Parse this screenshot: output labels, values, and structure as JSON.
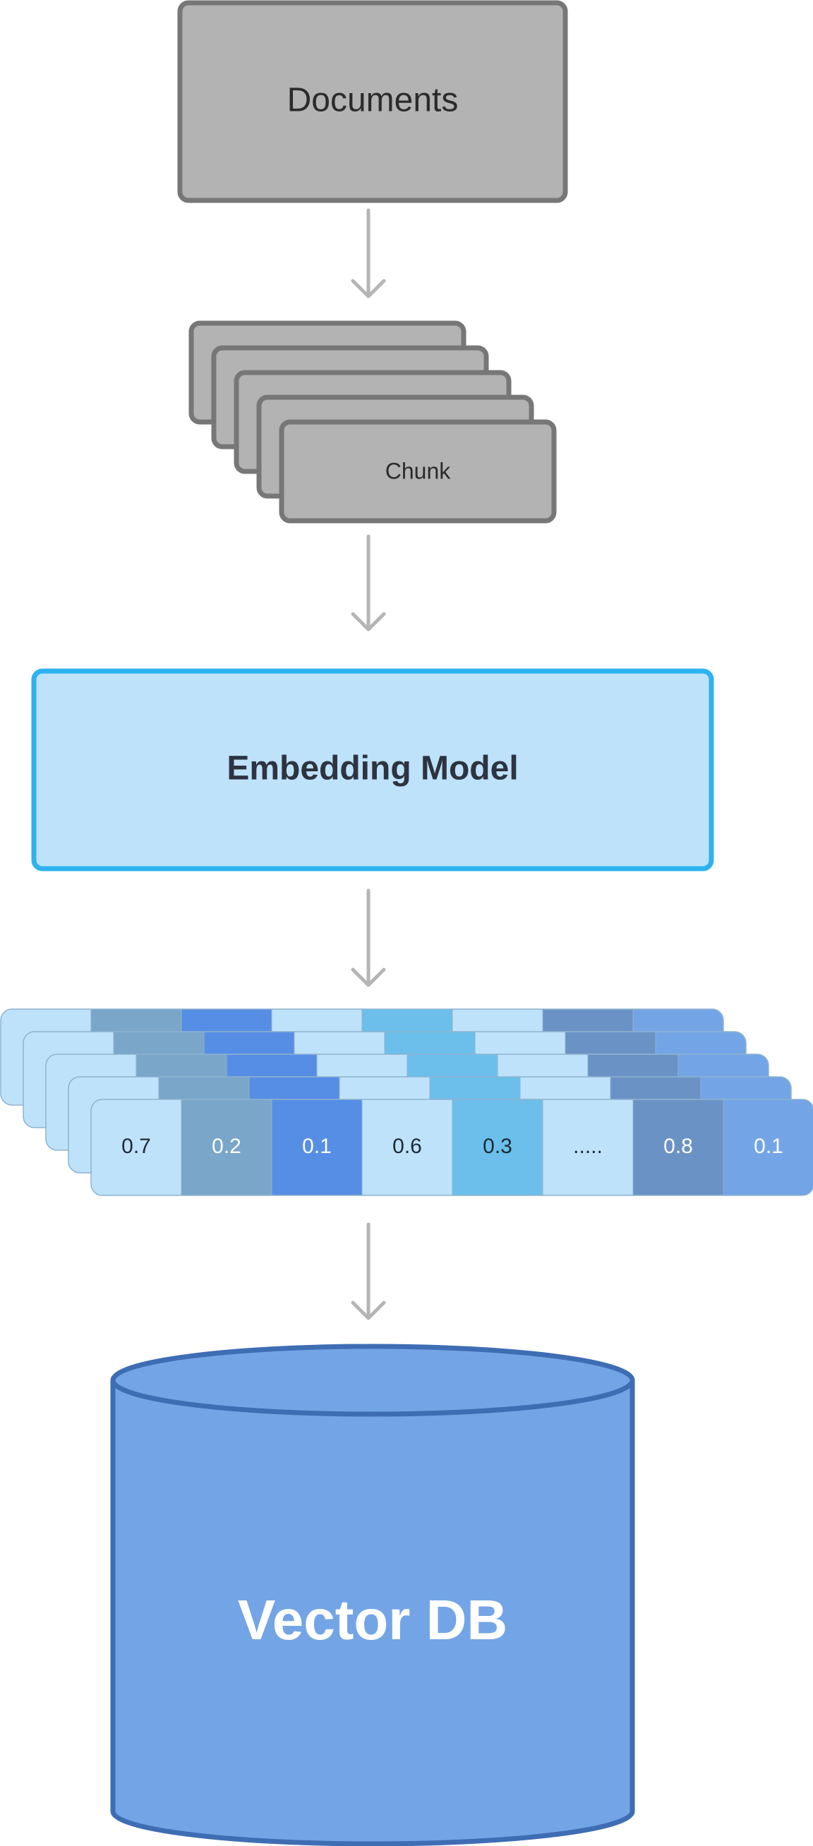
{
  "documents": {
    "label": "Documents"
  },
  "chunk": {
    "label": "Chunk"
  },
  "embedding_model": {
    "label": "Embedding Model"
  },
  "vector": {
    "values": [
      "0.7",
      "0.2",
      "0.1",
      "0.6",
      "0.3",
      ".....",
      "0.8",
      "0.1"
    ],
    "cell_colors": [
      "#bee2fa",
      "#79a6c9",
      "#568de5",
      "#bee2fa",
      "#6bbfea",
      "#bee2fa",
      "#6b92c5",
      "#73a5e6"
    ],
    "text_colors": [
      "#1e2a36",
      "#ffffff",
      "#ffffff",
      "#1e2a36",
      "#1e2a36",
      "#1e2a36",
      "#ffffff",
      "#ffffff"
    ]
  },
  "vector_db": {
    "label": "Vector DB"
  },
  "colors": {
    "gray_fill": "#b3b3b3",
    "gray_stroke": "#777777",
    "embed_fill": "#bee2fa",
    "embed_stroke": "#2db2ef",
    "db_fill": "#73a5e6",
    "db_stroke": "#3e6db3",
    "arrow": "#b5b5b5"
  }
}
